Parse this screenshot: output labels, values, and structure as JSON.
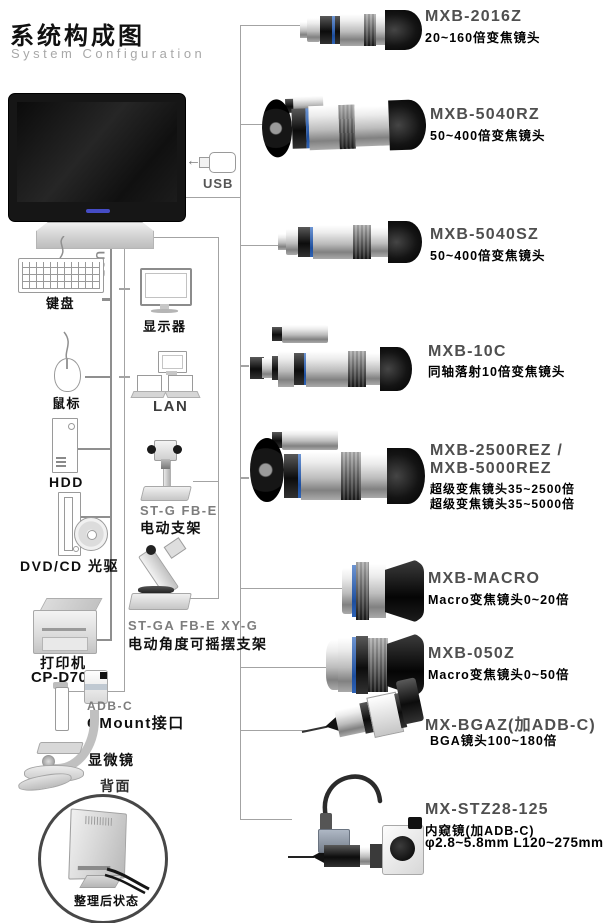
{
  "header": {
    "title_zh": "系统构成图",
    "title_en": "System Configuration"
  },
  "pc": {
    "usb_icon_label": "USB",
    "usb_bus_label": "USB"
  },
  "left_column": {
    "keyboard": "键盘",
    "mouse": "鼠标",
    "hdd": "HDD",
    "optical": "DVD/CD 光驱",
    "printer": "打印机",
    "printer_model": "CP-D70D",
    "adapter_model": "ADB-C",
    "adapter_label": "CMount接口",
    "microscope": "显微镜",
    "back_title": "背面",
    "back_caption": "整理后状态"
  },
  "middle_column": {
    "display": "显示器",
    "lan": "LAN",
    "stand_motor_model": "ST-G  FB-E",
    "stand_motor_label": "电动支架",
    "stand_tilt_model": "ST-GA  FB-E  XY-G",
    "stand_tilt_label": "电动角度可摇摆支架"
  },
  "lenses": [
    {
      "model": "MXB-2016Z",
      "desc": [
        "20~160倍变焦镜头"
      ]
    },
    {
      "model": "MXB-5040RZ",
      "desc": [
        "50~400倍变焦镜头"
      ]
    },
    {
      "model": "MXB-5040SZ",
      "desc": [
        "50~400倍变焦镜头"
      ]
    },
    {
      "model": "MXB-10C",
      "desc": [
        "同轴落射10倍变焦镜头"
      ]
    },
    {
      "model": "MXB-2500REZ /",
      "model2": "MXB-5000REZ",
      "desc": [
        "超级变焦镜头35~2500倍",
        "超级变焦镜头35~5000倍"
      ]
    },
    {
      "model": "MXB-MACRO",
      "desc": [
        "Macro变焦镜头0~20倍"
      ]
    },
    {
      "model": "MXB-050Z",
      "desc": [
        "Macro变焦镜头0~50倍"
      ]
    },
    {
      "model": "MX-BGAZ(加ADB-C)",
      "desc": [
        "BGA镜头100~180倍"
      ]
    },
    {
      "model": "MX-STZ28-125",
      "desc": [
        "内窥镜(加ADB-C)",
        "φ2.8~5.8mm L120~275mm"
      ]
    }
  ],
  "colors": {
    "accent_blue": "#2b66c4",
    "line_gray": "#a3a3a3",
    "model_gray": "#4f4f4f"
  }
}
